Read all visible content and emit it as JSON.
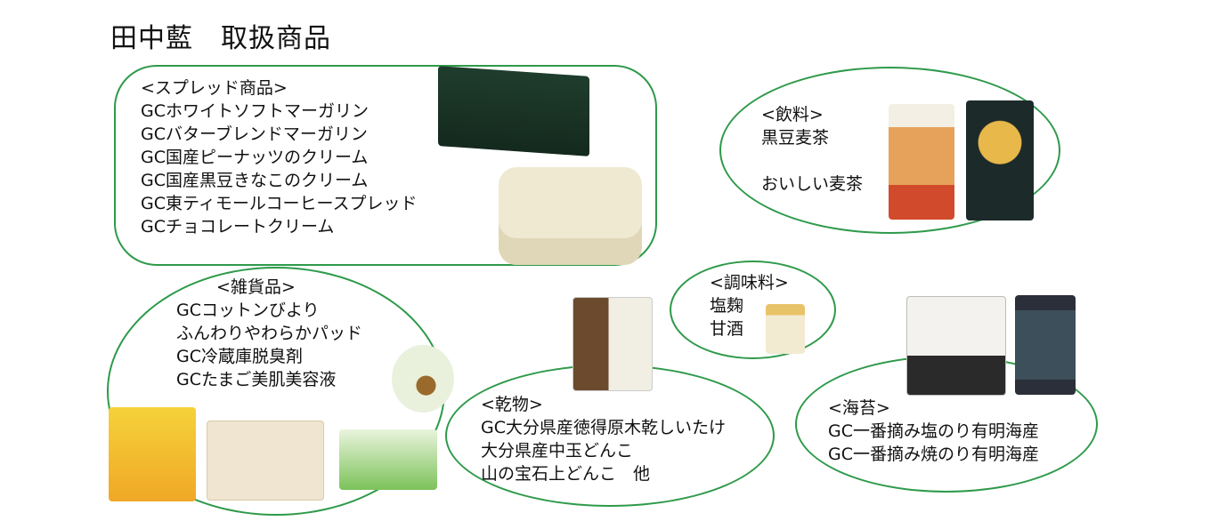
{
  "title": "田中藍　取扱商品",
  "accent_color": "#2e9a4a",
  "spread": {
    "heading": "<スプレッド商品>",
    "items": [
      "GCホワイトソフトマーガリン",
      "GCバターブレンドマーガリン",
      "GC国産ピーナッツのクリーム",
      "GC国産黒豆きなこのクリーム",
      "GC東ティモールコーヒースプレッド",
      "GCチョコレートクリーム"
    ]
  },
  "drinks": {
    "heading": "<飲料>",
    "items": [
      "黒豆麦茶",
      "おいしい麦茶"
    ]
  },
  "seasoning": {
    "heading": "<調味料>",
    "items": [
      "塩麹",
      "甘酒"
    ]
  },
  "goods": {
    "heading": "<雑貨品>",
    "items": [
      "GCコットンびより",
      "ふんわりやわらかパッド",
      "GC冷蔵庫脱臭剤",
      "GCたまご美肌美容液"
    ]
  },
  "dried": {
    "heading": "<乾物>",
    "items": [
      "GC大分県産徳得原木乾しいたけ",
      "大分県産中玉どんこ",
      "山の宝石上どんこ　他"
    ]
  },
  "nori": {
    "heading": "<海苔>",
    "items": [
      "GC一番摘み塩のり有明海産",
      "GC一番摘み焼のり有明海産"
    ]
  }
}
